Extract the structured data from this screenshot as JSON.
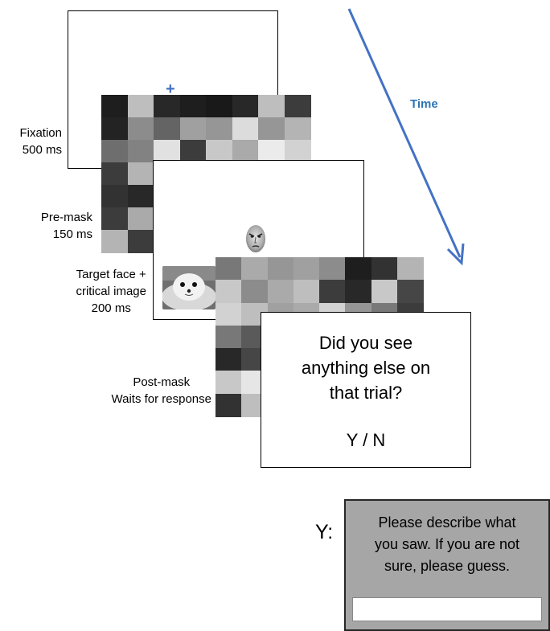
{
  "stages": [
    {
      "label_lines": [
        "Fixation",
        "500 ms"
      ]
    },
    {
      "label_lines": [
        "Pre-mask",
        "150 ms"
      ]
    },
    {
      "label_lines": [
        "Target face +",
        "critical image",
        "200 ms"
      ]
    },
    {
      "label_lines": [
        "Post-mask",
        "Waits for response"
      ]
    }
  ],
  "fixation_symbol": "+",
  "time_label": "Time",
  "question": {
    "lines": [
      "Did you see",
      "anything else on",
      "that trial?"
    ],
    "options": "Y / N"
  },
  "followup": {
    "prefix": "Y:",
    "lines": [
      "Please describe what",
      "you saw. If you are not",
      "sure, please guess."
    ]
  },
  "colors": {
    "arrow": "#4472c4",
    "time_text": "#2e75b6",
    "describe_bg": "#a6a6a6"
  },
  "icons": {
    "target_face": "angry-face-image",
    "critical_image": "seal-pup-image"
  }
}
